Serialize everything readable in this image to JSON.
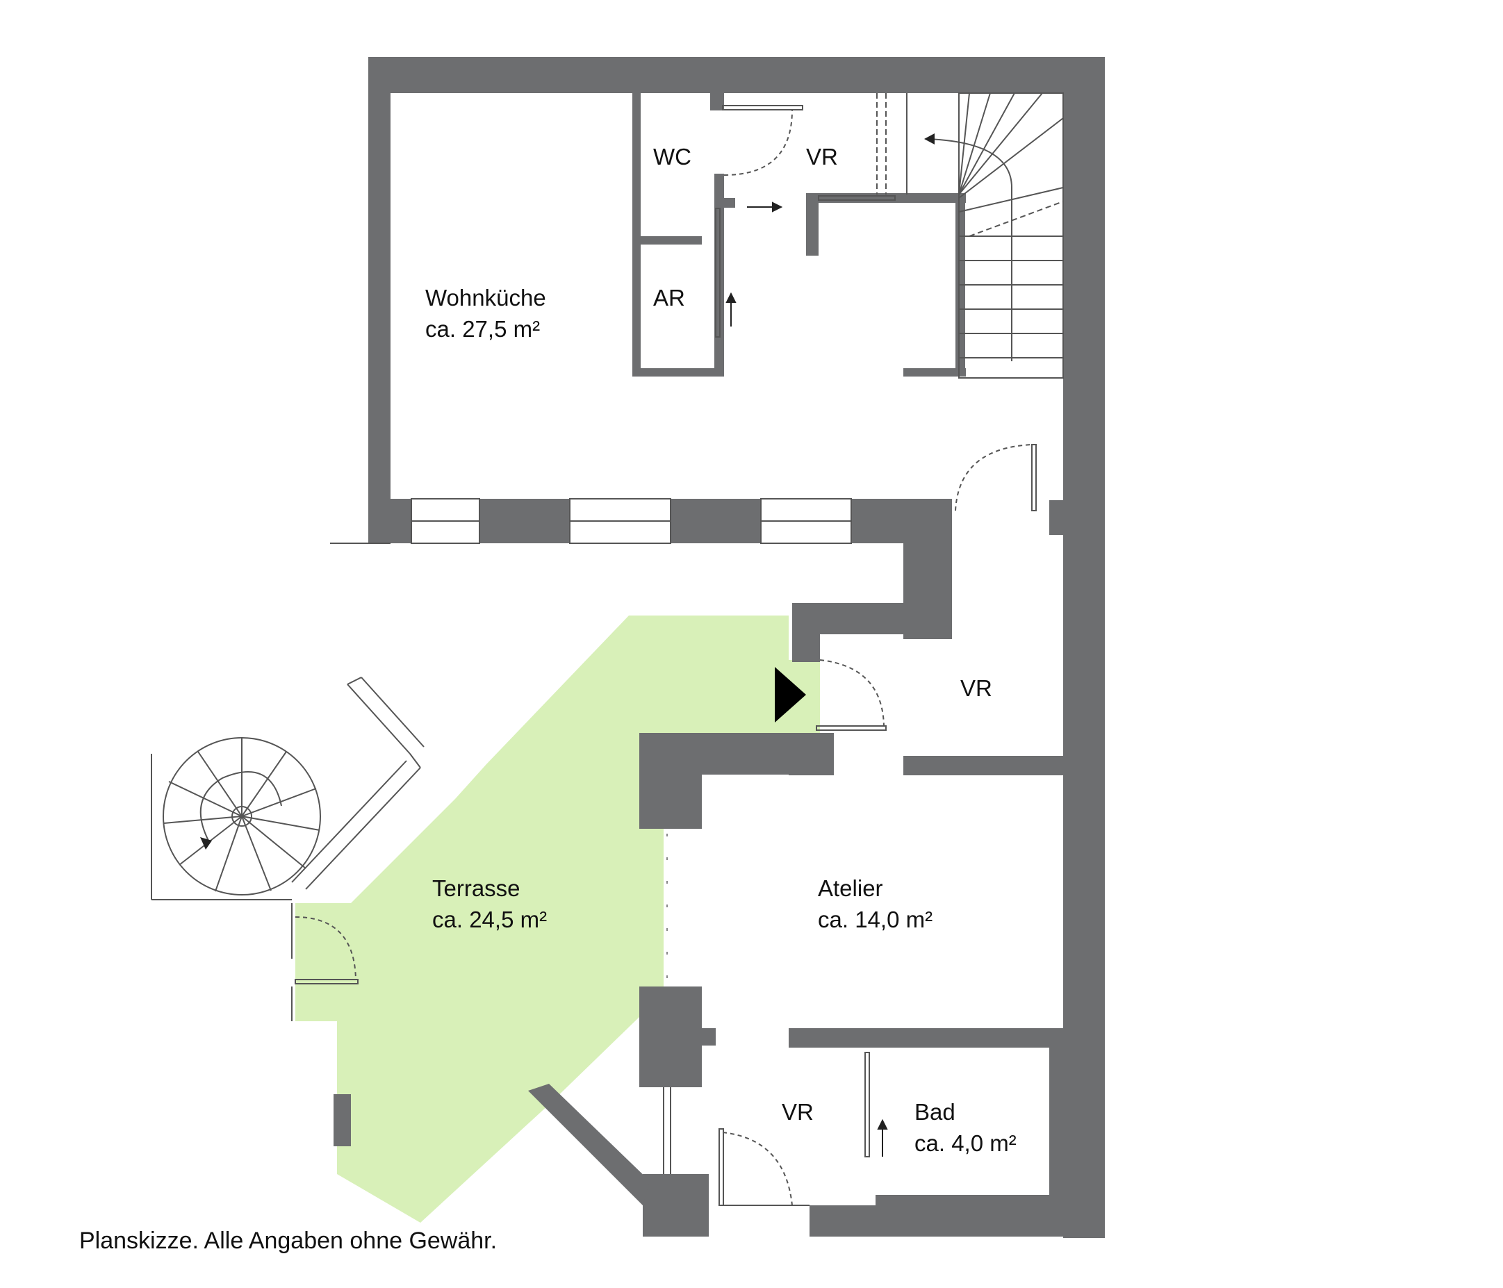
{
  "caption": "Planskizze. Alle Angaben ohne Gewähr.",
  "rooms": {
    "wohnkueche": {
      "name": "Wohnküche",
      "area": "ca. 27,5 m²"
    },
    "wc": {
      "name": "WC"
    },
    "vr_top": {
      "name": "VR"
    },
    "ar": {
      "name": "AR"
    },
    "vr_mid": {
      "name": "VR"
    },
    "terrasse": {
      "name": "Terrasse",
      "area": "ca. 24,5 m²"
    },
    "atelier": {
      "name": "Atelier",
      "area": "ca. 14,0 m²"
    },
    "vr_bottom": {
      "name": "VR"
    },
    "bad": {
      "name": "Bad",
      "area": "ca. 4,0 m²"
    }
  },
  "colors": {
    "wall": "#6d6e70",
    "terrace": "#d8f0b8",
    "background": "#ffffff",
    "entrance_marker": "#000000"
  },
  "icons": [
    "entrance-arrow-icon",
    "spiral-staircase-icon",
    "staircase-icon"
  ]
}
